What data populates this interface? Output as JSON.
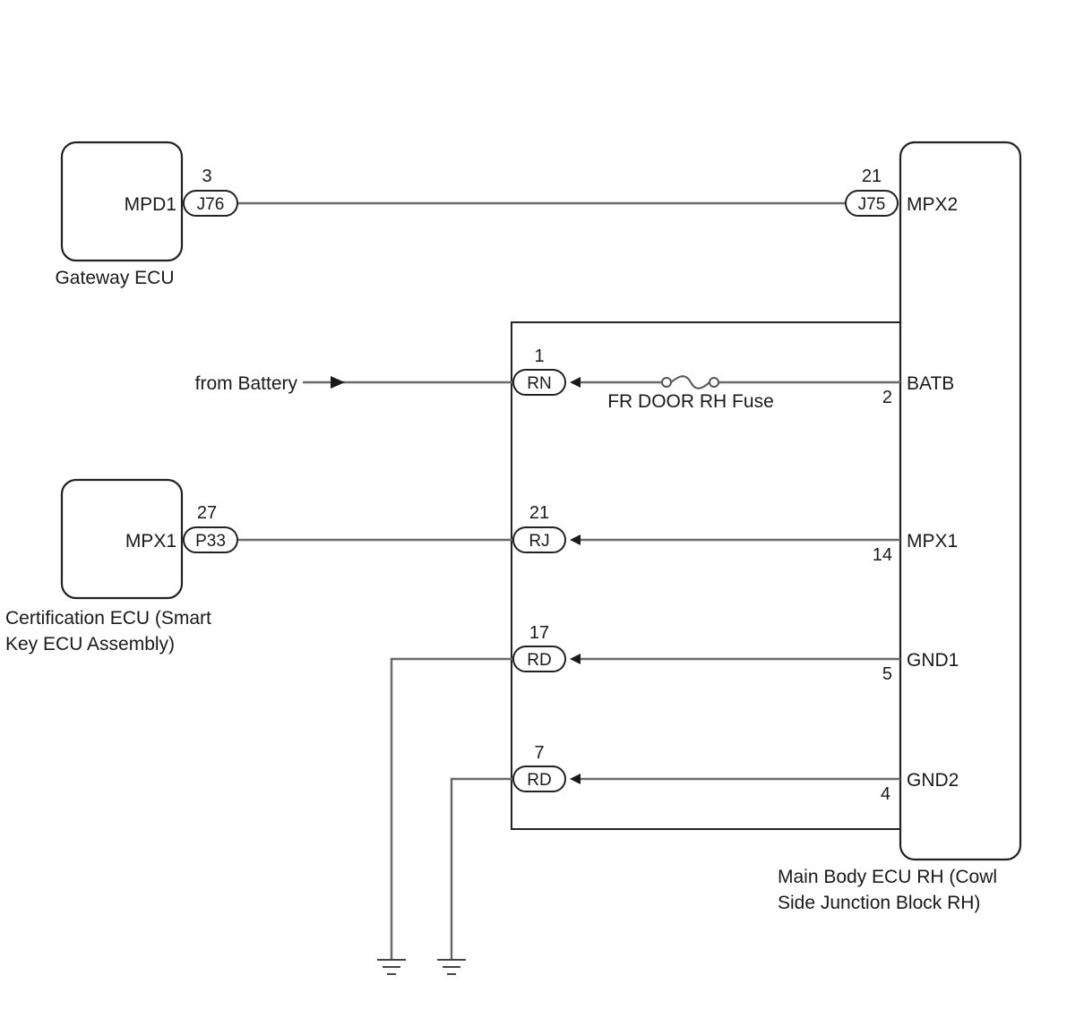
{
  "components": {
    "gateway_ecu": {
      "name": "Gateway ECU",
      "terminal": "MPD1"
    },
    "certification_ecu": {
      "name_line1": "Certification ECU (Smart",
      "name_line2": "Key ECU Assembly)",
      "terminal": "MPX1"
    },
    "main_body_ecu": {
      "name_line1": "Main Body ECU RH (Cowl",
      "name_line2": "Side Junction Block RH)"
    }
  },
  "connectors": {
    "j76": {
      "id": "J76",
      "pin": "3"
    },
    "j75": {
      "id": "J75",
      "pin": "21"
    },
    "p33": {
      "id": "P33",
      "pin": "27"
    },
    "rn": {
      "id": "RN",
      "pin": "1"
    },
    "rj": {
      "id": "RJ",
      "pin": "21"
    },
    "rd_17": {
      "id": "RD",
      "pin": "17"
    },
    "rd_7": {
      "id": "RD",
      "pin": "7"
    }
  },
  "main_body_terminals": {
    "mpx2": {
      "name": "MPX2"
    },
    "batb": {
      "name": "BATB",
      "pin": "2"
    },
    "mpx1": {
      "name": "MPX1",
      "pin": "14"
    },
    "gnd1": {
      "name": "GND1",
      "pin": "5"
    },
    "gnd2": {
      "name": "GND2",
      "pin": "4"
    }
  },
  "fuse": {
    "label": "FR DOOR RH Fuse"
  },
  "battery_source": {
    "label": "from Battery"
  }
}
